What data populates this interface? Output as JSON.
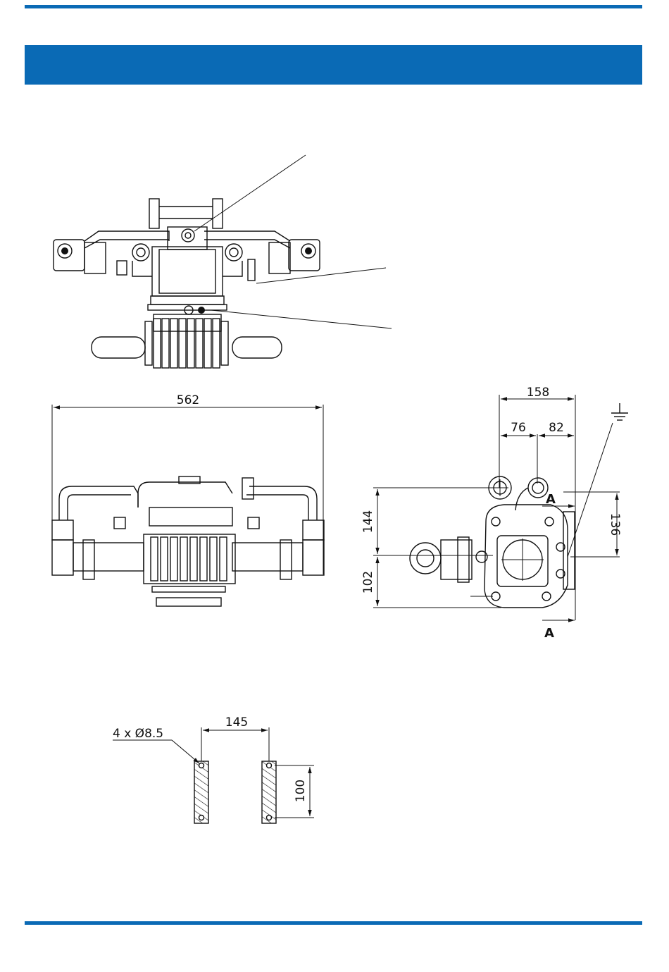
{
  "header": {
    "title": ""
  },
  "dimensions": {
    "width_562": "562",
    "dim_158": "158",
    "dim_76": "76",
    "dim_82": "82",
    "dim_144": "144",
    "dim_102": "102",
    "dim_136": "136",
    "dim_145": "145",
    "dim_100": "100",
    "holes": "4 x Ø8.5"
  },
  "section": {
    "label_a": "A"
  },
  "colors": {
    "accent": "#0a6ab5"
  },
  "icons": {
    "ground": "ground-symbol-icon"
  }
}
